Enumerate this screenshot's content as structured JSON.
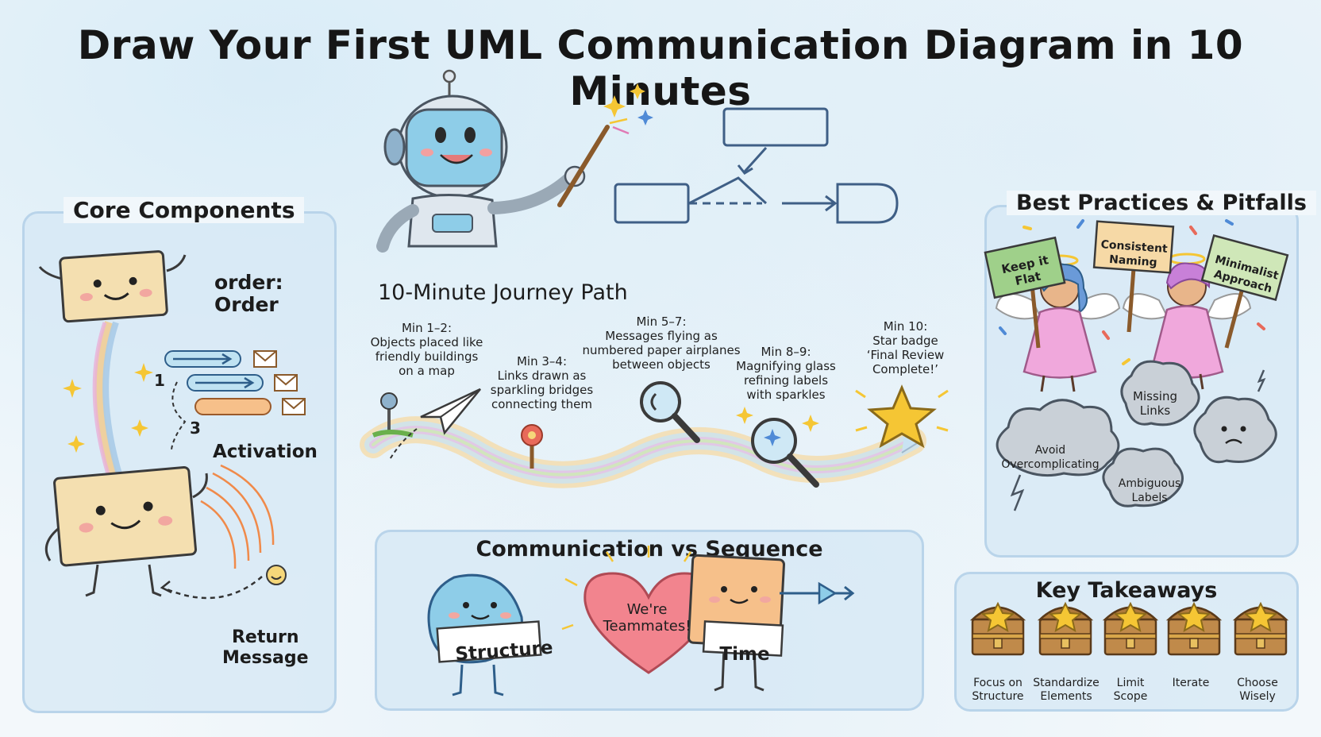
{
  "title": "Draw Your First UML Communication Diagram in 10 Minutes",
  "core": {
    "title": "Core Components",
    "object_label_1": "order:",
    "object_label_2": "Order",
    "seq_numbers": [
      "1",
      "3"
    ],
    "activation": "Activation",
    "return_1": "Return",
    "return_2": "Message"
  },
  "journey": {
    "title": "10-Minute Journey Path",
    "steps": [
      {
        "lines": [
          "Min 1–2:",
          "Objects placed like",
          "friendly buildings",
          "on a map"
        ]
      },
      {
        "lines": [
          "Min 3–4:",
          "Links drawn as",
          "sparkling bridges",
          "connecting them"
        ]
      },
      {
        "lines": [
          "Min 5–7:",
          "Messages flying as",
          "numbered paper airplanes",
          "between objects"
        ]
      },
      {
        "lines": [
          "Min 8–9:",
          "Magnifying glass",
          "refining labels",
          "with sparkles"
        ]
      },
      {
        "lines": [
          "Min 10:",
          "Star badge",
          "‘Final Review",
          "Complete!’"
        ]
      }
    ]
  },
  "comm_vs_seq": {
    "title": "Communication vs Sequence",
    "structure": "Structure",
    "heart_1": "We're",
    "heart_2": "Teammates!",
    "time": "Time"
  },
  "best": {
    "title": "Best Practices & Pitfalls",
    "signs": [
      {
        "lines": [
          "Keep it",
          "Flat"
        ],
        "color": "#9fd08a"
      },
      {
        "lines": [
          "Consistent",
          "Naming"
        ],
        "color": "#f6d9a6"
      },
      {
        "lines": [
          "Minimalist",
          "Approach"
        ],
        "color": "#cfe7b8"
      }
    ],
    "clouds": [
      {
        "lines": [
          "Avoid",
          "Overcomplicating"
        ]
      },
      {
        "lines": [
          "Missing",
          "Links"
        ]
      },
      {
        "lines": [
          "Ambiguous",
          "Labels"
        ]
      }
    ]
  },
  "takeaways": {
    "title": "Key Takeaways",
    "items": [
      {
        "lines": [
          "Focus on",
          "Structure"
        ]
      },
      {
        "lines": [
          "Standardize",
          "Elements"
        ]
      },
      {
        "lines": [
          "Limit",
          "Scope"
        ]
      },
      {
        "lines": [
          "Iterate"
        ]
      },
      {
        "lines": [
          "Choose",
          "Wisely"
        ]
      }
    ]
  },
  "colors": {
    "panel_border": "#b9d4ea",
    "block": "#f4dfb0",
    "outline": "#3a3a3a",
    "star": "#f5c634",
    "heart": "#f2848e",
    "robot": "#dfe7ee"
  }
}
